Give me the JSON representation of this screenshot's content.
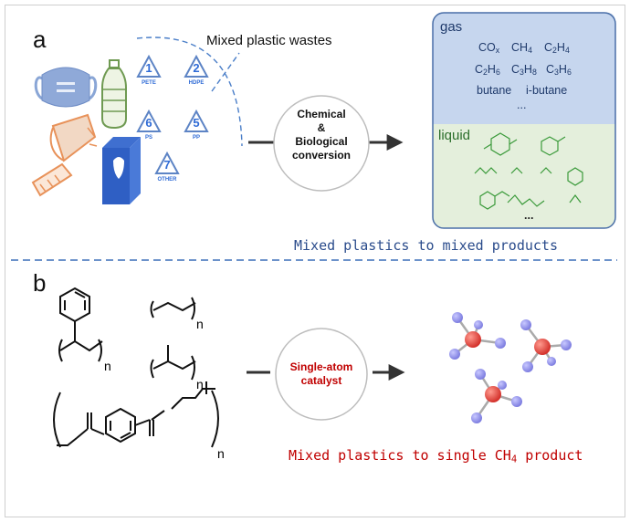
{
  "panel_a": {
    "label": "a",
    "wastes_label": "Mixed plastic wastes",
    "recycle_codes": [
      {
        "num": "1",
        "text": "PETE"
      },
      {
        "num": "2",
        "text": "HDPE"
      },
      {
        "num": "6",
        "text": "PS"
      },
      {
        "num": "5",
        "text": "PP"
      },
      {
        "num": "7",
        "text": "OTHER"
      }
    ],
    "conversion": {
      "line1": "Chemical",
      "line2": "&",
      "line3": "Biological",
      "line4": "conversion"
    },
    "gas": {
      "title": "gas",
      "co": "CO",
      "co_sub": "x",
      "ch4": "CH",
      "ch4_sub": "4",
      "c2h4_a": "C",
      "c2h4_s1": "2",
      "c2h4_b": "H",
      "c2h4_s2": "4",
      "c2h6_a": "C",
      "c2h6_s1": "2",
      "c2h6_b": "H",
      "c2h6_s2": "6",
      "c3h8_a": "C",
      "c3h8_s1": "3",
      "c3h8_b": "H",
      "c3h8_s2": "8",
      "c3h6_a": "C",
      "c3h6_s1": "3",
      "c3h6_b": "H",
      "c3h6_s2": "6",
      "butane": "butane",
      "ibutane": "i-butane",
      "more": "..."
    },
    "liquid": {
      "title": "liquid",
      "more": "..."
    },
    "caption": "Mixed plastics to mixed products"
  },
  "panel_b": {
    "label": "b",
    "n1": "n",
    "n2": "n",
    "n3": "n",
    "n4": "n",
    "catalyst": {
      "line1": "Single-atom",
      "line2": "catalyst"
    },
    "caption_pre": "Mixed plastics to single CH",
    "caption_sub": "4",
    "caption_post": " product"
  },
  "colors": {
    "icon_blue": "#5d84c5",
    "gas_bg": "#c6d6ee",
    "liquid_bg": "#e4efdc",
    "liquid_struct": "#3a9a3a",
    "caption_a": "#2b4c8c",
    "caption_b": "#c00000",
    "divider": "#3b6fb8",
    "carbon": "#e8453c",
    "hydrogen": "#8c8cec"
  }
}
